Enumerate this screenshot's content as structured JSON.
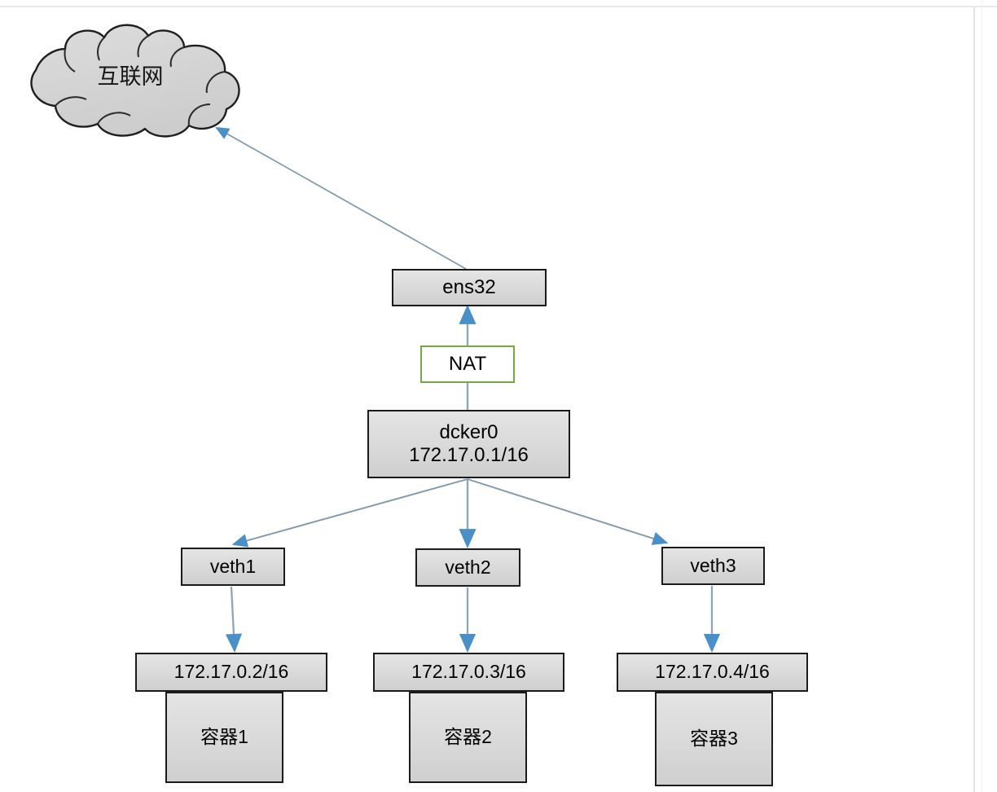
{
  "diagram": {
    "title": "Docker bridge network topology",
    "colors": {
      "node_fill": "#dcdcdc",
      "node_border": "#1b1b1b",
      "nat_border": "#76a746",
      "nat_fill": "#ffffff",
      "arrow": "#4a90c8",
      "line": "#8a9aa6",
      "cloud_fill": "#d4d4d4",
      "cloud_border": "#1f1f1f",
      "page_rule": "#e8e8e8"
    },
    "nodes": {
      "cloud": {
        "label": "互联网"
      },
      "ens32": {
        "label": "ens32"
      },
      "nat": {
        "label": "NAT"
      },
      "dcker0": {
        "line1": "dcker0",
        "line2": "172.17.0.1/16"
      },
      "veth1": {
        "label": "veth1"
      },
      "veth2": {
        "label": "veth2"
      },
      "veth3": {
        "label": "veth3"
      },
      "ip1": {
        "label": "172.17.0.2/16"
      },
      "ip2": {
        "label": "172.17.0.3/16"
      },
      "ip3": {
        "label": "172.17.0.4/16"
      },
      "container1": {
        "label": "容器1"
      },
      "container2": {
        "label": "容器2"
      },
      "container3": {
        "label": "容器3"
      }
    },
    "edges": [
      {
        "from": "ens32",
        "to": "cloud",
        "direction": "up-left"
      },
      {
        "from": "dcker0",
        "to": "ens32",
        "direction": "up",
        "passes_through": "nat"
      },
      {
        "from": "dcker0",
        "to": "veth1",
        "direction": "down-left"
      },
      {
        "from": "dcker0",
        "to": "veth2",
        "direction": "down"
      },
      {
        "from": "dcker0",
        "to": "veth3",
        "direction": "down-right"
      },
      {
        "from": "veth1",
        "to": "ip1",
        "direction": "down"
      },
      {
        "from": "veth2",
        "to": "ip2",
        "direction": "down"
      },
      {
        "from": "veth3",
        "to": "ip3",
        "direction": "down"
      }
    ]
  }
}
